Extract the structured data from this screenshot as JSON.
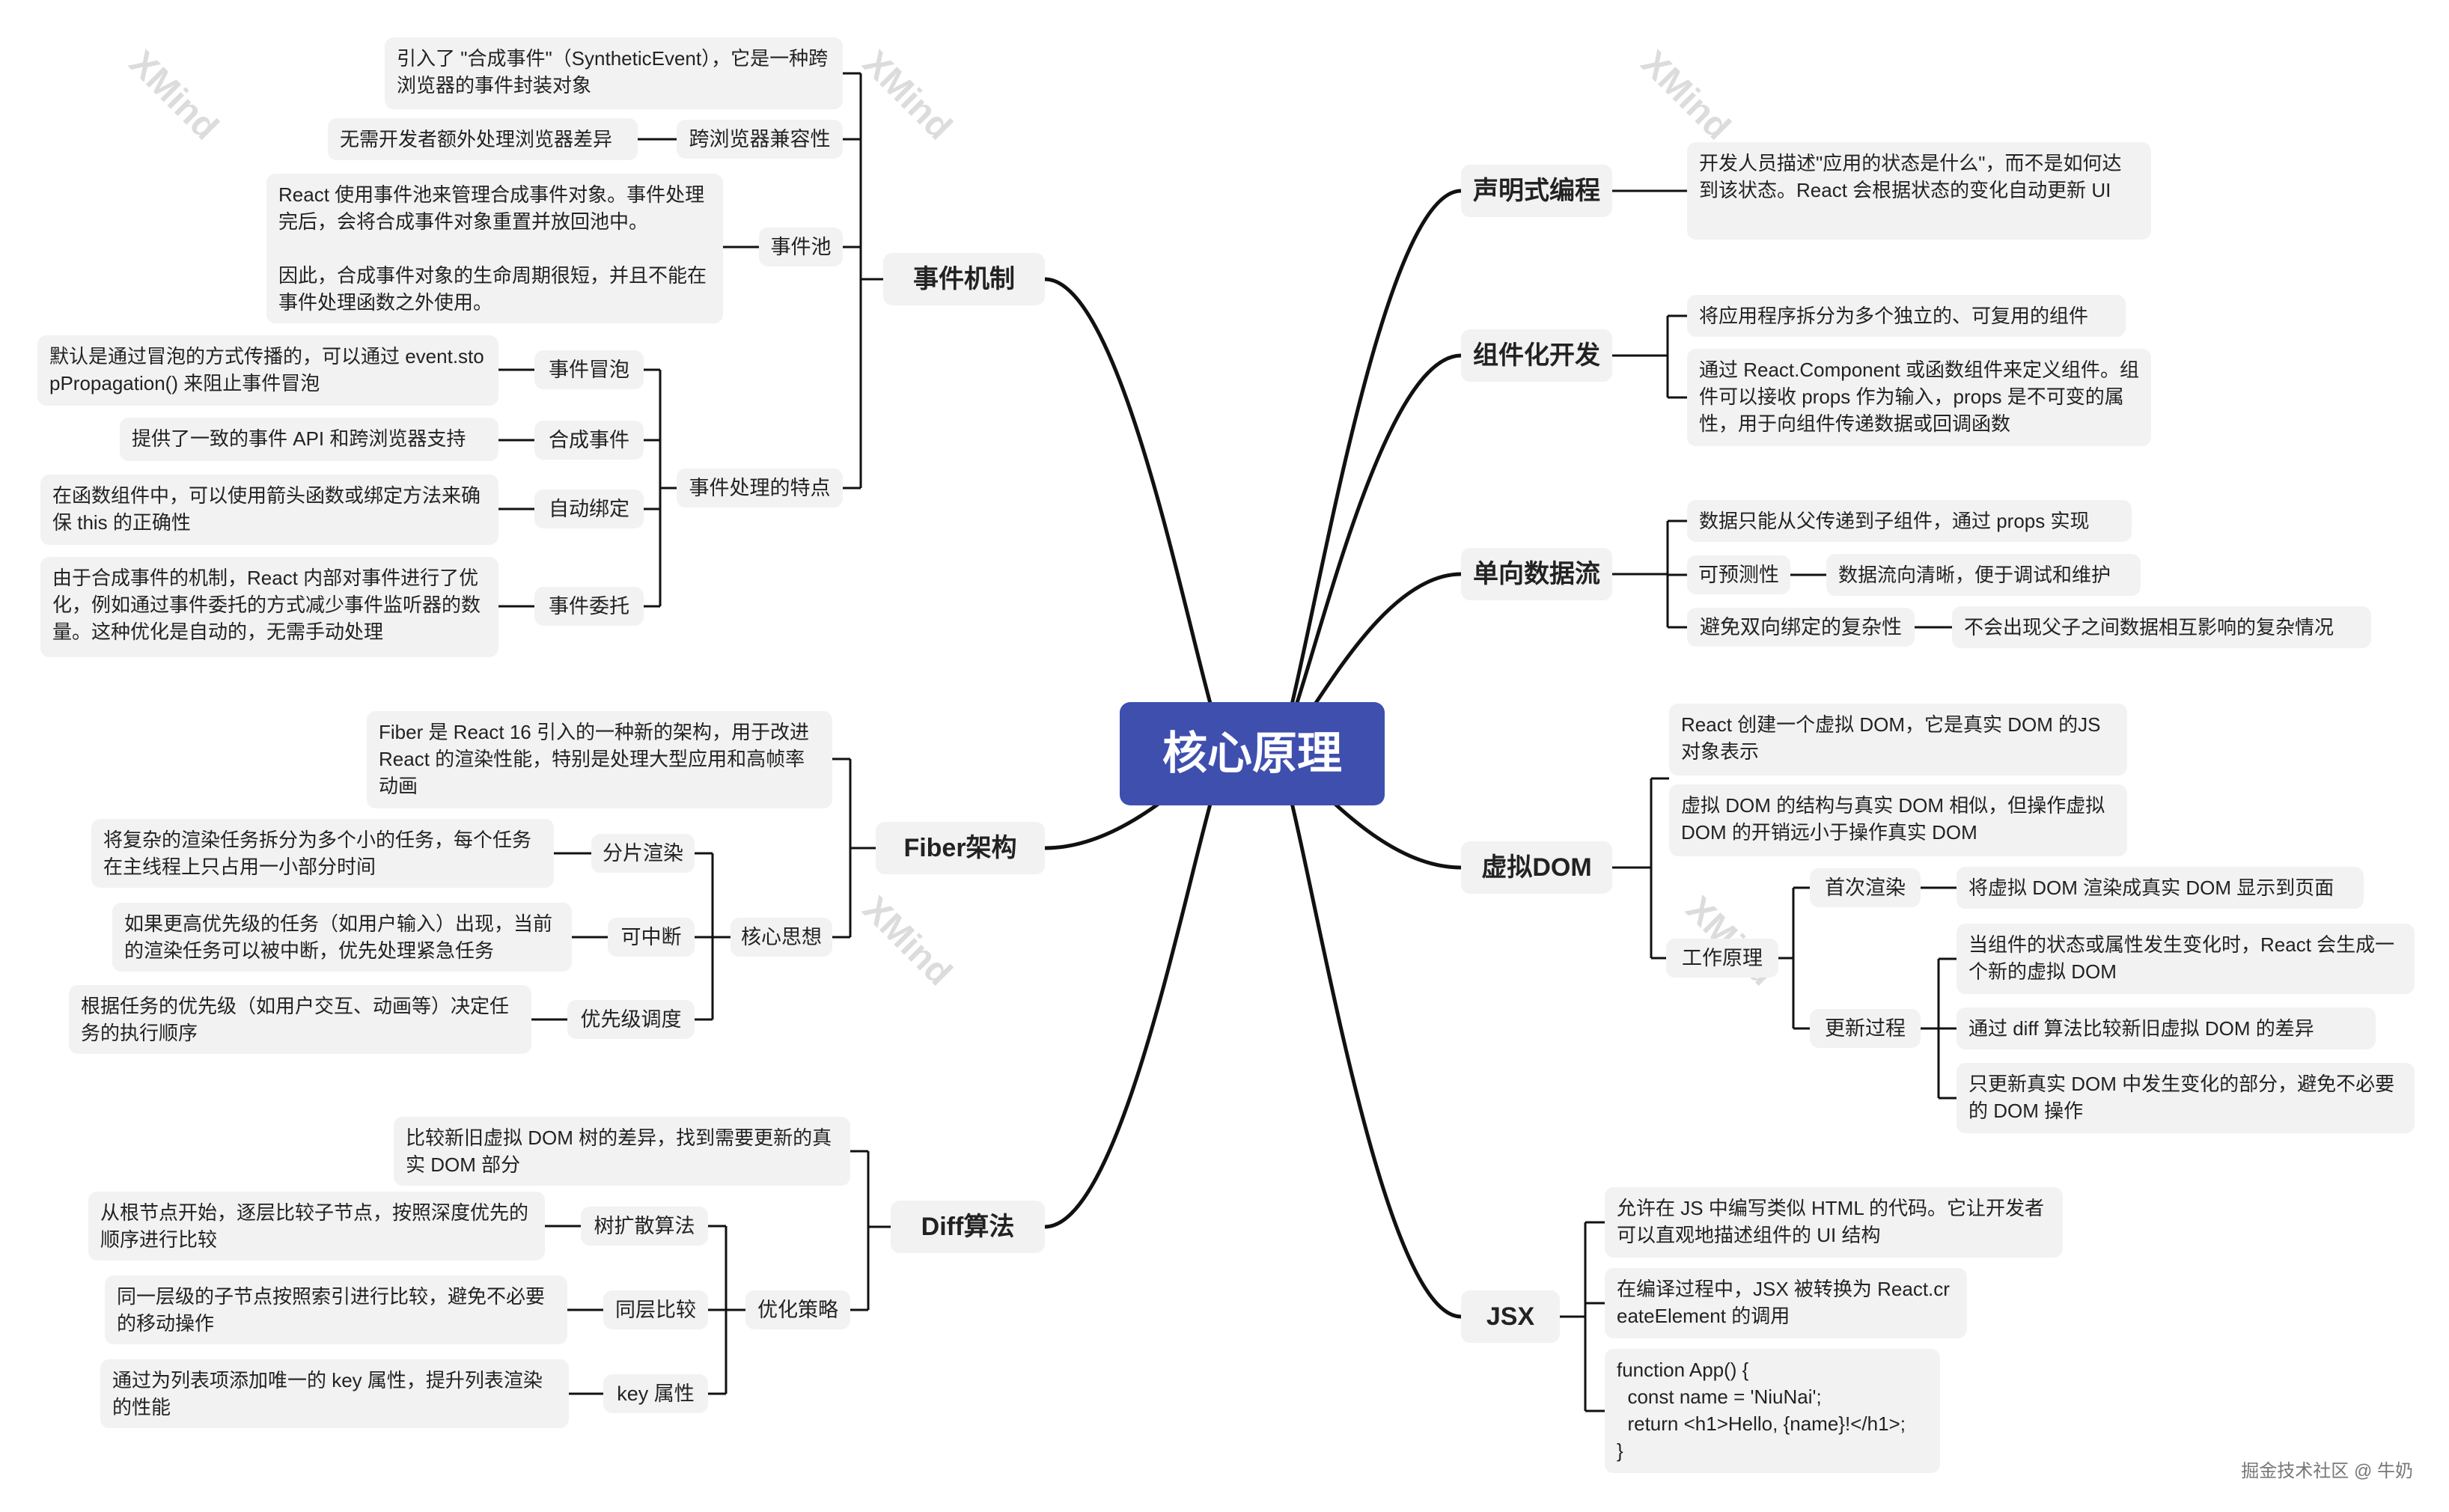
{
  "root": "核心原理",
  "watermark": "XMind",
  "credit": "掘金技术社区 @ 牛奶",
  "colors": {
    "center": "#3f4fae",
    "line": "#111111",
    "node_bg": "#f2f2f2"
  },
  "left_branches": {
    "events": {
      "title": "事件机制",
      "synthetic_desc": "引入了 \"合成事件\"（SyntheticEvent），它是一种跨浏览器的事件封装对象",
      "compat": {
        "label": "跨浏览器兼容性",
        "desc": "无需开发者额外处理浏览器差异"
      },
      "pool": {
        "label": "事件池",
        "desc": "React 使用事件池来管理合成事件对象。事件处理完后，会将合成事件对象重置并放回池中。\n\n因此，合成事件对象的生命周期很短，并且不能在事件处理函数之外使用。"
      },
      "features": {
        "label": "事件处理的特点",
        "bubble": {
          "label": "事件冒泡",
          "desc": "默认是通过冒泡的方式传播的，可以通过 event.stopPropagation() 来阻止事件冒泡"
        },
        "synthetic": {
          "label": "合成事件",
          "desc": "提供了一致的事件 API 和跨浏览器支持"
        },
        "autobind": {
          "label": "自动绑定",
          "desc": "在函数组件中，可以使用箭头函数或绑定方法来确保 this 的正确性"
        },
        "delegate": {
          "label": "事件委托",
          "desc": "由于合成事件的机制，React 内部对事件进行了优化，例如通过事件委托的方式减少事件监听器的数量。这种优化是自动的，无需手动处理"
        }
      }
    },
    "fiber": {
      "title": "Fiber架构",
      "intro": "Fiber 是 React 16 引入的一种新的架构，用于改进 React 的渲染性能，特别是处理大型应用和高帧率动画",
      "core": {
        "label": "核心思想",
        "slice": {
          "label": "分片渲染",
          "desc": "将复杂的渲染任务拆分为多个小的任务，每个任务在主线程上只占用一小部分时间"
        },
        "interrupt": {
          "label": "可中断",
          "desc": "如果更高优先级的任务（如用户输入）出现，当前的渲染任务可以被中断，优先处理紧急任务"
        },
        "priority": {
          "label": "优先级调度",
          "desc": "根据任务的优先级（如用户交互、动画等）决定任务的执行顺序"
        }
      }
    },
    "diff": {
      "title": "Diff算法",
      "intro": "比较新旧虚拟 DOM 树的差异，找到需要更新的真实 DOM 部分",
      "strategy": {
        "label": "优化策略",
        "tree": {
          "label": "树扩散算法",
          "desc": "从根节点开始，逐层比较子节点，按照深度优先的顺序进行比较"
        },
        "level": {
          "label": "同层比较",
          "desc": "同一层级的子节点按照索引进行比较，避免不必要的移动操作"
        },
        "key": {
          "label": "key 属性",
          "desc": "通过为列表项添加唯一的 key 属性，提升列表渲染的性能"
        }
      }
    }
  },
  "right_branches": {
    "declarative": {
      "title": "声明式编程",
      "desc": "开发人员描述\"应用的状态是什么\"，而不是如何达到该状态。React 会根据状态的变化自动更新 UI"
    },
    "component": {
      "title": "组件化开发",
      "desc1": "将应用程序拆分为多个独立的、可复用的组件",
      "desc2": "通过 React.Component 或函数组件来定义组件。组件可以接收 props 作为输入，props 是不可变的属性，用于向组件传递数据或回调函数"
    },
    "oneway": {
      "title": "单向数据流",
      "desc1": "数据只能从父传递到子组件，通过 props 实现",
      "predict": {
        "label": "可预测性",
        "desc": "数据流向清晰，便于调试和维护"
      },
      "avoid": {
        "label": "避免双向绑定的复杂性",
        "desc": "不会出现父子之间数据相互影响的复杂情况"
      }
    },
    "vdom": {
      "title": "虚拟DOM",
      "desc1": "React 创建一个虚拟 DOM，它是真实 DOM 的JS对象表示",
      "desc2": "虚拟 DOM 的结构与真实 DOM 相似，但操作虚拟 DOM 的开销远小于操作真实 DOM",
      "work": {
        "label": "工作原理",
        "first": {
          "label": "首次渲染",
          "desc": "将虚拟 DOM 渲染成真实 DOM 显示到页面"
        },
        "update": {
          "label": "更新过程",
          "d1": "当组件的状态或属性发生变化时，React 会生成一个新的虚拟 DOM",
          "d2": "通过 diff 算法比较新旧虚拟 DOM 的差异",
          "d3": "只更新真实 DOM 中发生变化的部分，避免不必要的 DOM 操作"
        }
      }
    },
    "jsx": {
      "title": "JSX",
      "desc1": "允许在 JS 中编写类似 HTML 的代码。它让开发者可以直观地描述组件的 UI 结构",
      "desc2": "在编译过程中，JSX 被转换为 React.createElement 的调用",
      "code": "function App() {\n  const name = 'NiuNai';\n  return <h1>Hello, {name}!</h1>;\n}"
    }
  }
}
